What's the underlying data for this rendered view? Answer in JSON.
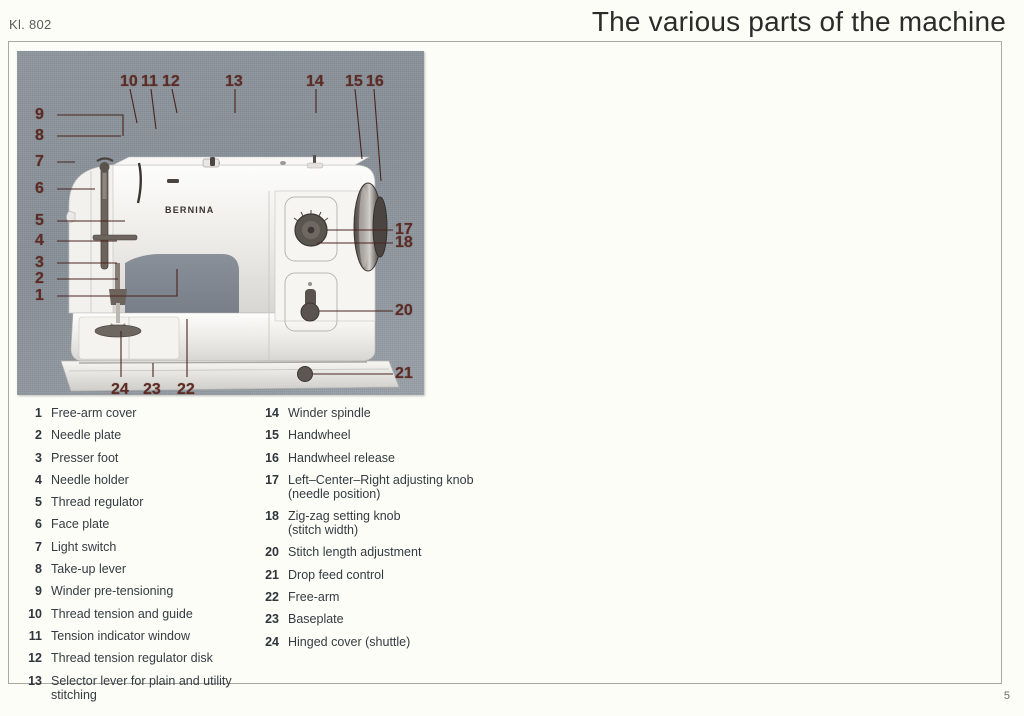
{
  "header": {
    "model_label": "Kl. 802",
    "title": "The various parts of the machine"
  },
  "photo": {
    "brand_text": "BERNINA",
    "callouts": [
      {
        "id": "1",
        "label": "1"
      },
      {
        "id": "2",
        "label": "2"
      },
      {
        "id": "3",
        "label": "3"
      },
      {
        "id": "4",
        "label": "4"
      },
      {
        "id": "5",
        "label": "5"
      },
      {
        "id": "6",
        "label": "6"
      },
      {
        "id": "7",
        "label": "7"
      },
      {
        "id": "8",
        "label": "8"
      },
      {
        "id": "9",
        "label": "9"
      },
      {
        "id": "10",
        "label": "10"
      },
      {
        "id": "11",
        "label": "11"
      },
      {
        "id": "12",
        "label": "12"
      },
      {
        "id": "13",
        "label": "13"
      },
      {
        "id": "14",
        "label": "14"
      },
      {
        "id": "15",
        "label": "15"
      },
      {
        "id": "16",
        "label": "16"
      },
      {
        "id": "17",
        "label": "17"
      },
      {
        "id": "18",
        "label": "18"
      },
      {
        "id": "20",
        "label": "20"
      },
      {
        "id": "21",
        "label": "21"
      },
      {
        "id": "22",
        "label": "22"
      },
      {
        "id": "23",
        "label": "23"
      },
      {
        "id": "24",
        "label": "24"
      }
    ]
  },
  "parts_left": [
    {
      "num": "1",
      "label": "Free-arm cover",
      "sub": ""
    },
    {
      "num": "2",
      "label": "Needle plate",
      "sub": ""
    },
    {
      "num": "3",
      "label": "Presser foot",
      "sub": ""
    },
    {
      "num": "4",
      "label": "Needle holder",
      "sub": ""
    },
    {
      "num": "5",
      "label": "Thread regulator",
      "sub": ""
    },
    {
      "num": "6",
      "label": "Face plate",
      "sub": ""
    },
    {
      "num": "7",
      "label": "Light switch",
      "sub": ""
    },
    {
      "num": "8",
      "label": "Take-up lever",
      "sub": ""
    },
    {
      "num": "9",
      "label": "Winder pre-tensioning",
      "sub": ""
    },
    {
      "num": "10",
      "label": "Thread tension and guide",
      "sub": ""
    },
    {
      "num": "11",
      "label": "Tension indicator window",
      "sub": ""
    },
    {
      "num": "12",
      "label": "Thread tension regulator disk",
      "sub": ""
    },
    {
      "num": "13",
      "label": "Selector lever for plain and utility",
      "sub": "stitching"
    }
  ],
  "parts_right": [
    {
      "num": "14",
      "label": "Winder spindle",
      "sub": ""
    },
    {
      "num": "15",
      "label": "Handwheel",
      "sub": ""
    },
    {
      "num": "16",
      "label": "Handwheel release",
      "sub": ""
    },
    {
      "num": "17",
      "label": "Left–Center–Right adjusting knob",
      "sub": "(needle position)"
    },
    {
      "num": "18",
      "label": "Zig-zag setting knob",
      "sub": "(stitch width)"
    },
    {
      "num": "20",
      "label": "Stitch length adjustment",
      "sub": ""
    },
    {
      "num": "21",
      "label": "Drop feed control",
      "sub": ""
    },
    {
      "num": "22",
      "label": "Free-arm",
      "sub": ""
    },
    {
      "num": "23",
      "label": "Baseplate",
      "sub": ""
    },
    {
      "num": "24",
      "label": "Hinged cover (shuttle)",
      "sub": ""
    }
  ],
  "footer": {
    "page_number": "5"
  },
  "colors": {
    "page_background": "#fdfdf7",
    "photo_background": "#8a929b",
    "callout_red": "#5d2b23",
    "text": "#31383f",
    "frame_border": "#a9a9a4"
  }
}
